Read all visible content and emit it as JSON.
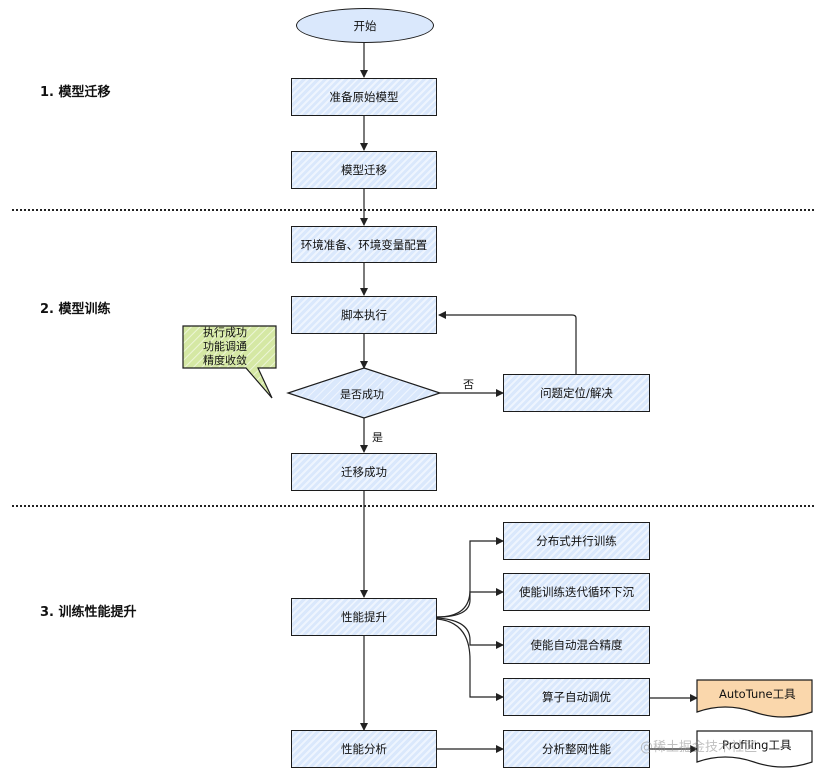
{
  "sections": {
    "s1": "1. 模型迁移",
    "s2": "2. 模型训练",
    "s3": "3. 训练性能提升"
  },
  "nodes": {
    "start": "开始",
    "prepare_model": "准备原始模型",
    "model_migrate": "模型迁移",
    "env_prepare": "环境准备、环境变量配置",
    "script_exec": "脚本执行",
    "decision": "是否成功",
    "problem_locate": "问题定位/解决",
    "migrate_success": "迁移成功",
    "perf_improve": "性能提升",
    "distributed_train": "分布式并行训练",
    "enable_sink": "使能训练迭代循环下沉",
    "enable_amp": "使能自动混合精度",
    "op_autotune": "算子自动调优",
    "perf_analysis": "性能分析",
    "analyze_net": "分析整网性能",
    "autotune_tool": "AutoTune工具",
    "profiling_tool": "Profiling工具"
  },
  "edge_labels": {
    "no": "否",
    "yes": "是"
  },
  "callout": {
    "line1": "执行成功",
    "line2": "功能调通",
    "line3": "精度收敛"
  },
  "watermark": "@稀土掘金技术社区",
  "colors": {
    "process_fill": "#dae8fc",
    "callout_fill": "#d5e8a4",
    "tool_fill": "#fad7ac",
    "stroke": "#1c1c1c"
  }
}
